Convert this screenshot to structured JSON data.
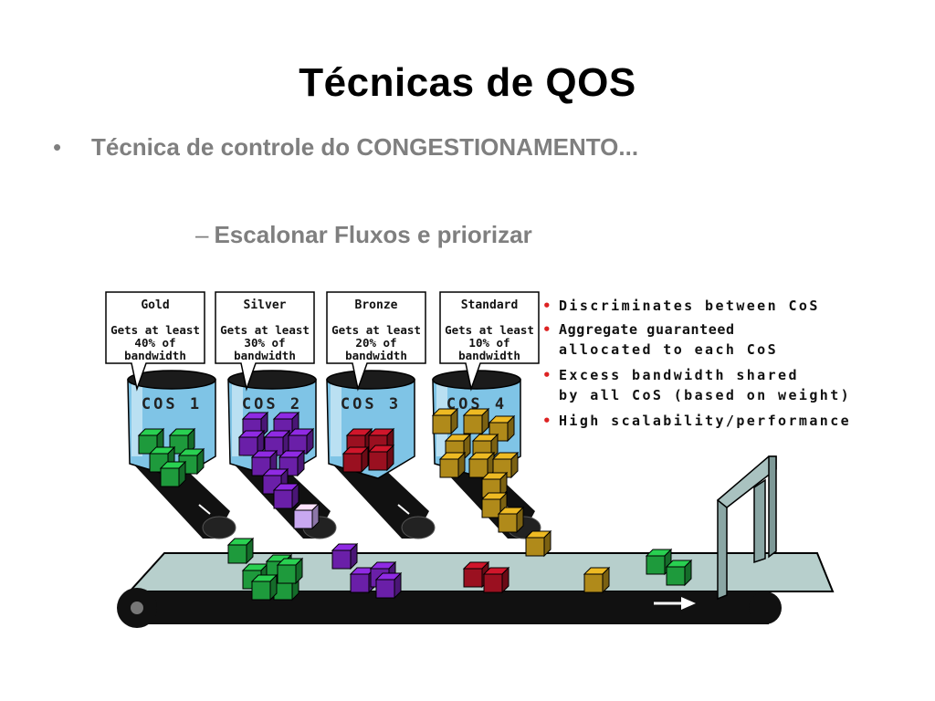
{
  "title": "Técnicas de QOS",
  "bullet": {
    "symbol": "•",
    "text": "Técnica de controle do CONGESTIONAMENTO..."
  },
  "sub_bullet": {
    "dash": "–",
    "text": "Escalonar Fluxos e priorizar"
  },
  "diagram": {
    "classes": [
      {
        "name": "Gold",
        "lines": [
          "Gets at least",
          "40% of",
          "bandwidth"
        ],
        "bin_label": "COS 1",
        "color": "#1e9a3c"
      },
      {
        "name": "Silver",
        "lines": [
          "Gets at least",
          "30% of",
          "bandwidth"
        ],
        "bin_label": "COS 2",
        "color": "#6a1fa8"
      },
      {
        "name": "Bronze",
        "lines": [
          "Gets at least",
          "20% of",
          "bandwidth"
        ],
        "bin_label": "COS 3",
        "color": "#9a1020"
      },
      {
        "name": "Standard",
        "lines": [
          "Gets at least",
          "10% of",
          "bandwidth"
        ],
        "bin_label": "COS 4",
        "color": "#b08a1a"
      }
    ],
    "features": [
      {
        "lines": [
          "Discriminates between CoS"
        ],
        "large": false
      },
      {
        "lines": [
          "Aggregate guaranteed",
          "allocated to each CoS"
        ],
        "large": true
      },
      {
        "lines": [
          "Excess bandwidth shared",
          "by all CoS (based on weight)"
        ],
        "large": false
      },
      {
        "lines": [
          "High scalability/performance"
        ],
        "large": false
      }
    ],
    "bullet_marker_color": "#dd2222",
    "belt_color": "#b7cfcc",
    "bin_color": "#7fc4e6"
  }
}
